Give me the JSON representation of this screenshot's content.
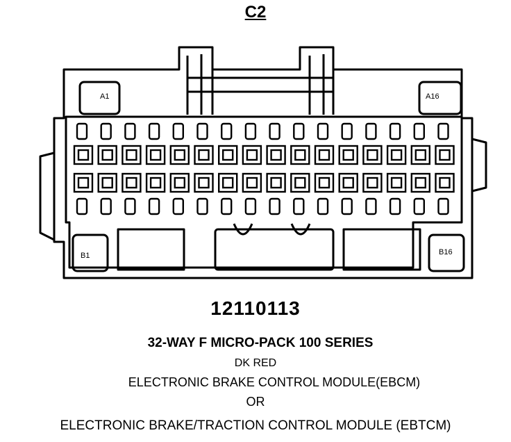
{
  "connector": {
    "title": "C2",
    "pin_labels": {
      "top_left": "A1",
      "top_right": "A16",
      "bottom_left": "B1",
      "bottom_right": "B16"
    },
    "part_number": "12110113"
  },
  "description": {
    "type": "32-WAY F MICRO-PACK 100 SERIES",
    "color": "DK RED",
    "module_1": "ELECTRONIC BRAKE CONTROL MODULE(EBCM)",
    "separator": "OR",
    "module_2": "ELECTRONIC BRAKE/TRACTION CONTROL  MODULE (EBTCM)"
  },
  "cavities_per_row": 16
}
